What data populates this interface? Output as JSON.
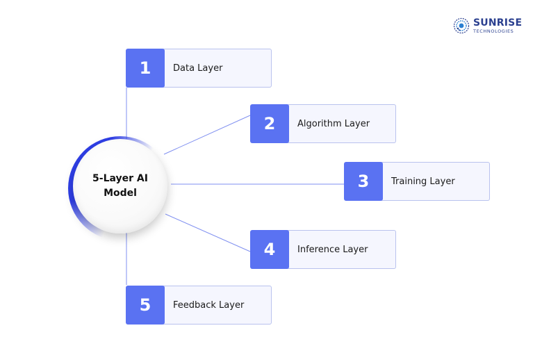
{
  "brand": {
    "name": "SUNRISE",
    "subtitle": "TECHNOLOGIES",
    "color": "#2a3f8f",
    "icon": "sunrise-globe-dots-icon"
  },
  "center": {
    "title": "5-Layer AI\nModel",
    "accent_color": "#2f3fe8"
  },
  "colors": {
    "number_box": "#5a72f2",
    "card_background": "#f5f6fe",
    "card_border": "#b9c2ee",
    "connector": "#7f8ff0"
  },
  "layers": [
    {
      "number": "1",
      "label": "Data Layer"
    },
    {
      "number": "2",
      "label": "Algorithm Layer"
    },
    {
      "number": "3",
      "label": "Training Layer"
    },
    {
      "number": "4",
      "label": "Inference Layer"
    },
    {
      "number": "5",
      "label": "Feedback Layer"
    }
  ]
}
